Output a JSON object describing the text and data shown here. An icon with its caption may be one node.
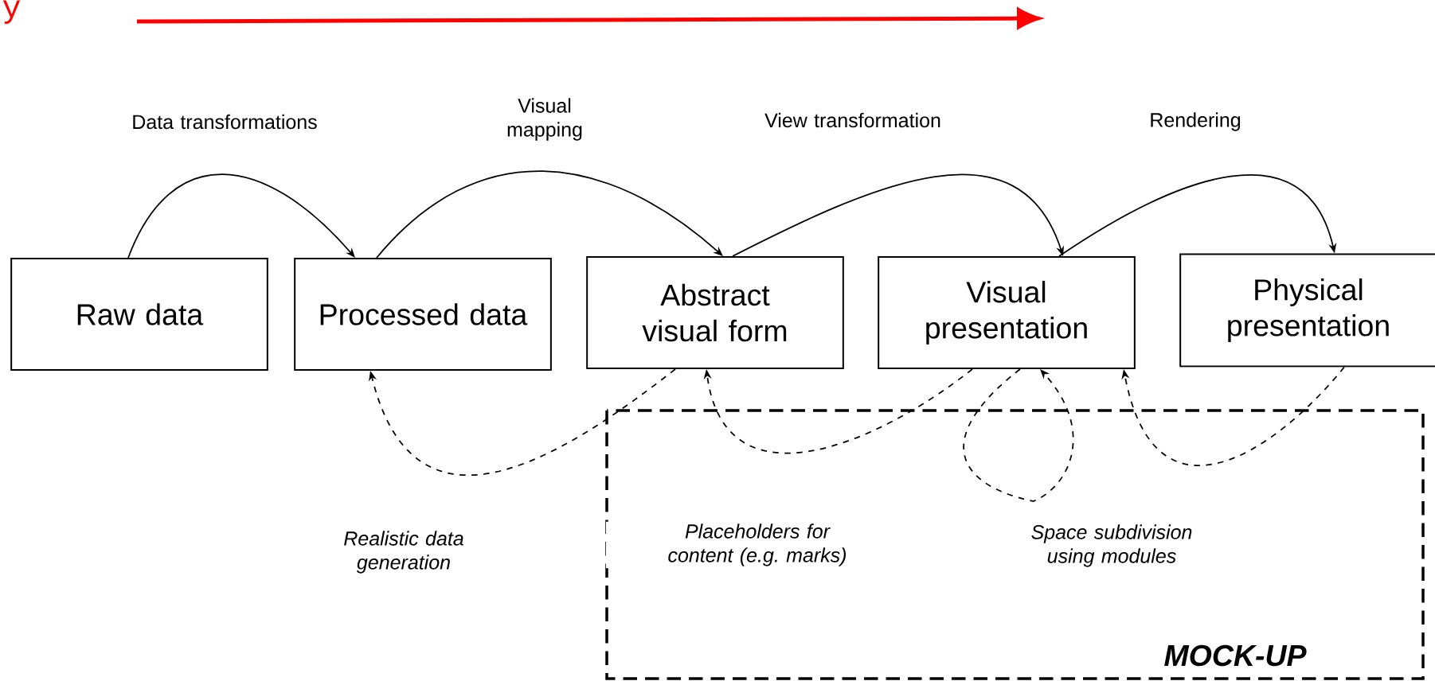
{
  "diagram": {
    "nodes": [
      {
        "text": [
          "Raw data"
        ]
      },
      {
        "text": [
          "Processed data"
        ]
      },
      {
        "text": [
          "Abstract visual form"
        ]
      },
      {
        "text": [
          "Visual presentation"
        ]
      },
      {
        "text": [
          "Physical presentation"
        ]
      }
    ],
    "edges": [
      {
        "from": 0,
        "to": 1,
        "arrow": "to",
        "label": "Data transformations"
      },
      {
        "from": 1,
        "to": 2,
        "arrow": "to",
        "label": "Visual mapping"
      },
      {
        "from": 2,
        "to": 3,
        "arrow": "to",
        "label": "View transformation"
      },
      {
        "from": 3,
        "to": 4,
        "arrow": "to",
        "label": "Rendering"
      },
      {
        "from": 2,
        "to": 1,
        "arrow": "to",
        "style": "dashed",
        "label": "Realistic data generation"
      },
      {
        "from": 3,
        "to": 2,
        "arrow": "to",
        "style": "dashed",
        "label": "Placeholders for content (e.g. marks)"
      },
      {
        "from": 3,
        "to": 3,
        "arrow": "to",
        "style": "dashed",
        "label": "Space subdivision using modules"
      },
      {
        "from": 4,
        "to": 3,
        "arrow": "to",
        "style": "dashed"
      }
    ],
    "labels": [
      "y",
      "MOCK-UP"
    ]
  }
}
